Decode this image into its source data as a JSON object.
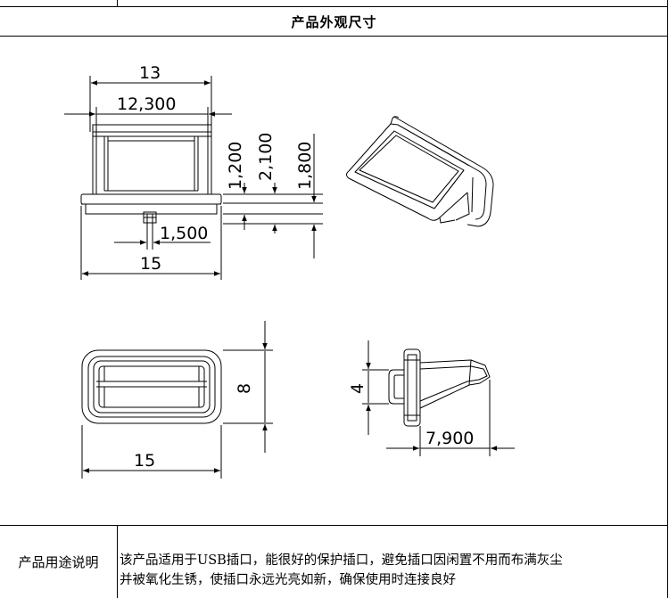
{
  "header": {
    "section_title": "产品外观尺寸"
  },
  "drawing": {
    "front_view": {
      "width_outer": "13",
      "width_inner": "12,300",
      "height_a": "1,200",
      "height_b": "2,100",
      "height_c": "1,800",
      "pin_width": "1,500",
      "total_width": "15"
    },
    "top_view": {
      "width": "15",
      "height": "8"
    },
    "side_view": {
      "height": "4",
      "depth": "7,900"
    }
  },
  "usage": {
    "label": "产品用途说明",
    "line1": "该产品适用于USB插口，能很好的保护插口，避免插口因闲置不用而布满灰尘",
    "line2": "并被氧化生锈，使插口永远光亮如新，确保使用时连接良好"
  }
}
